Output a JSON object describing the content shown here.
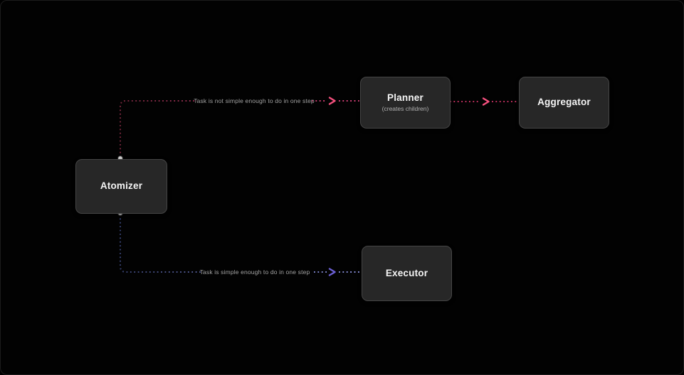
{
  "diagram": {
    "nodes": [
      {
        "id": "atomizer",
        "label": "Atomizer"
      },
      {
        "id": "planner",
        "label": "Planner",
        "sublabel": "(creates children)"
      },
      {
        "id": "aggregator",
        "label": "Aggregator"
      },
      {
        "id": "executor",
        "label": "Executor"
      }
    ],
    "edges": [
      {
        "from": "atomizer",
        "to": "planner",
        "label": "Task is not simple enough to do in one step"
      },
      {
        "from": "planner",
        "to": "aggregator",
        "label": ""
      },
      {
        "from": "atomizer",
        "to": "executor",
        "label": "Task is simple enough to do in one step"
      }
    ]
  },
  "colors": {
    "background": "#020202",
    "node_fill": "#272727",
    "node_border": "#454545",
    "node_text": "#f5f5f5",
    "node_subtext": "#b0b0b0",
    "edge_label_text": "#a3a3a3",
    "pink_dark": "#6e2438",
    "pink_bright": "#e0447f",
    "pink_mid": "#c23060",
    "pink_arrow": "#f7517f",
    "blue_dark": "#333d6b",
    "blue_bright": "#8d93e0",
    "purple_arrow": "#6b5fd3",
    "connector_dot": "#d6d6d6"
  }
}
